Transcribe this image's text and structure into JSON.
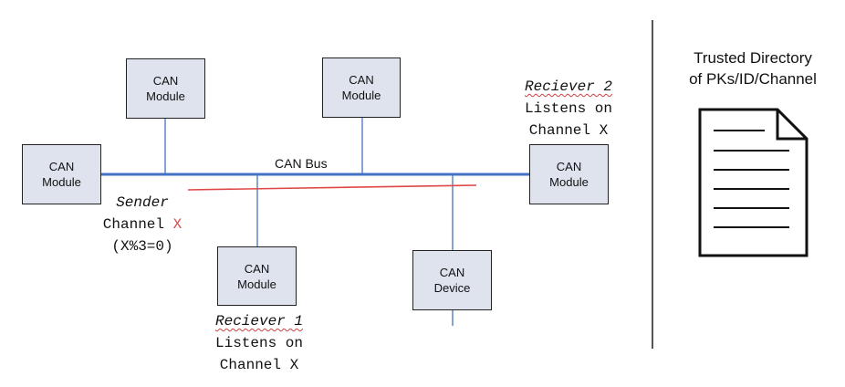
{
  "modules": {
    "top_left": {
      "line1": "CAN",
      "line2": "Module"
    },
    "top_center": {
      "line1": "CAN",
      "line2": "Module"
    },
    "left": {
      "line1": "CAN",
      "line2": "Module"
    },
    "right": {
      "line1": "CAN",
      "line2": "Module"
    },
    "bottom_left": {
      "line1": "CAN",
      "line2": "Module"
    },
    "device": {
      "line1": "CAN",
      "line2": "Device"
    }
  },
  "bus_label": "CAN Bus",
  "sender": {
    "title": "Sender",
    "channel_prefix": "Channel ",
    "channel_var": "X",
    "condition": "(X%3=0)"
  },
  "receiver1": {
    "title": "Reciever 1",
    "line2": "Listens on",
    "line3": "Channel X"
  },
  "receiver2": {
    "title": "Reciever 2",
    "line2": "Listens on",
    "line3": "Channel X"
  },
  "directory": {
    "line1": "Trusted Directory",
    "line2": "of PKs/ID/Channel"
  },
  "colors": {
    "bus": "#4472c4",
    "signal": "#e04848",
    "box_fill": "#dee3ed",
    "divider": "#555555"
  },
  "icons": {
    "directory": "document-icon"
  }
}
